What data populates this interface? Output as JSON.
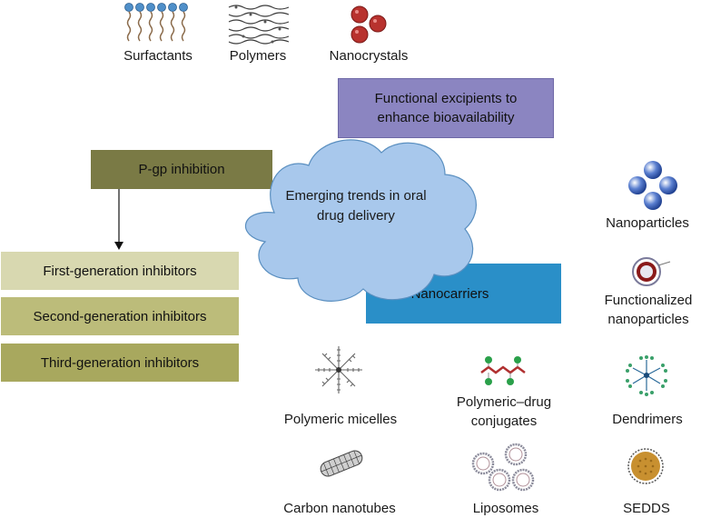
{
  "excipients": {
    "surfactants": "Surfactants",
    "polymers": "Polymers",
    "nanocrystals": "Nanocrystals",
    "box_label": "Functional excipients to enhance bioavailability"
  },
  "pgp": {
    "label": "P-gp inhibition",
    "first": "First-generation inhibitors",
    "second": "Second-generation inhibitors",
    "third": "Third-generation inhibitors"
  },
  "center": {
    "label": "Emerging trends in oral drug delivery"
  },
  "nanocarriers": {
    "label": "Nanocarriers",
    "nanoparticles": "Nanoparticles",
    "functionalized": "Functionalized nanoparticles",
    "dendrimers": "Dendrimers",
    "polymeric_micelles": "Polymeric micelles",
    "polymer_drug": "Polymeric–drug conjugates",
    "carbon_nanotubes": "Carbon nanotubes",
    "liposomes": "Liposomes",
    "sedds": "SEDDS"
  },
  "colors": {
    "excipient_box": "#8b85c1",
    "pgp_header": "#7a7a45",
    "first_gen": "#d8d8b0",
    "second_gen": "#bcbc7a",
    "third_gen": "#a8a85e",
    "cloud": "#a8c8ec",
    "nanocarrier_box": "#2a8fc8"
  }
}
